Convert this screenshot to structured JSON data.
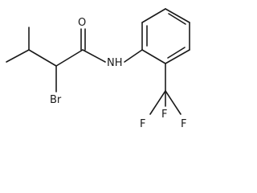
{
  "molecule": {
    "atoms": {
      "oxygen": "O",
      "nitrogen_hydrogen": "NH",
      "bromine": "Br",
      "fluorine_top": "F",
      "fluorine_left": "F",
      "fluorine_right": "F"
    }
  }
}
